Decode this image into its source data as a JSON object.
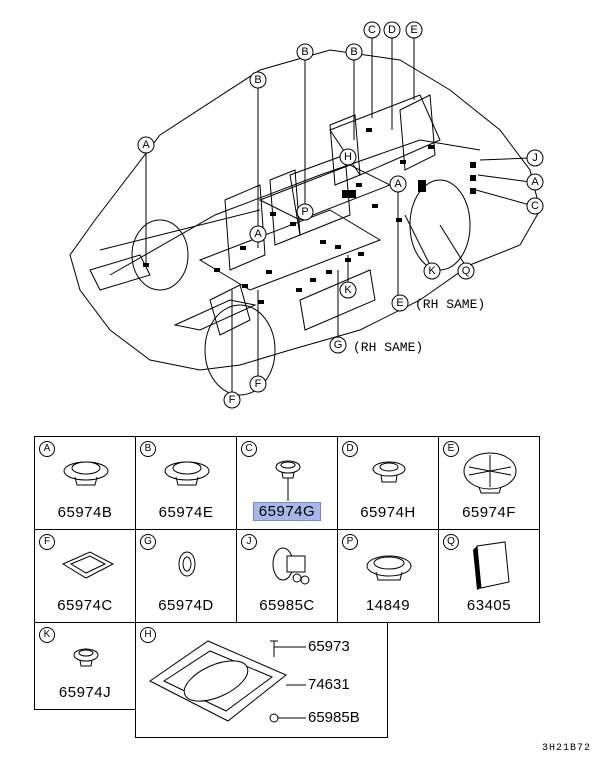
{
  "diagram": {
    "callouts": {
      "a1": "A",
      "a2": "A",
      "a3": "A",
      "a4": "A",
      "b1": "B",
      "b2": "B",
      "c1": "C",
      "c2": "C",
      "d1": "D",
      "e1": "E",
      "e2": "E",
      "f1": "F",
      "f2": "F",
      "g1": "G",
      "h1": "H",
      "j1": "J",
      "k1": "K",
      "k2": "K",
      "p1": "P",
      "q1": "Q"
    },
    "rh_same_e": "(RH SAME)",
    "rh_same_g": "(RH SAME)"
  },
  "parts": [
    {
      "tag": "A",
      "part_no": "65974B"
    },
    {
      "tag": "B",
      "part_no": "65974E"
    },
    {
      "tag": "C",
      "part_no": "65974G",
      "highlighted": true
    },
    {
      "tag": "D",
      "part_no": "65974H"
    },
    {
      "tag": "E",
      "part_no": "65974F"
    },
    {
      "tag": "F",
      "part_no": "65974C"
    },
    {
      "tag": "G",
      "part_no": "65974D"
    },
    {
      "tag": "J",
      "part_no": "65985C"
    },
    {
      "tag": "P",
      "part_no": "14849"
    },
    {
      "tag": "Q",
      "part_no": "63405"
    },
    {
      "tag": "K",
      "part_no": "65974J"
    },
    {
      "tag": "H",
      "parts_list": [
        "65973",
        "74631",
        "65985B"
      ]
    }
  ],
  "footer_code": "3H21B72",
  "colors": {
    "highlight": "#a9b6ea",
    "line": "#000000"
  }
}
